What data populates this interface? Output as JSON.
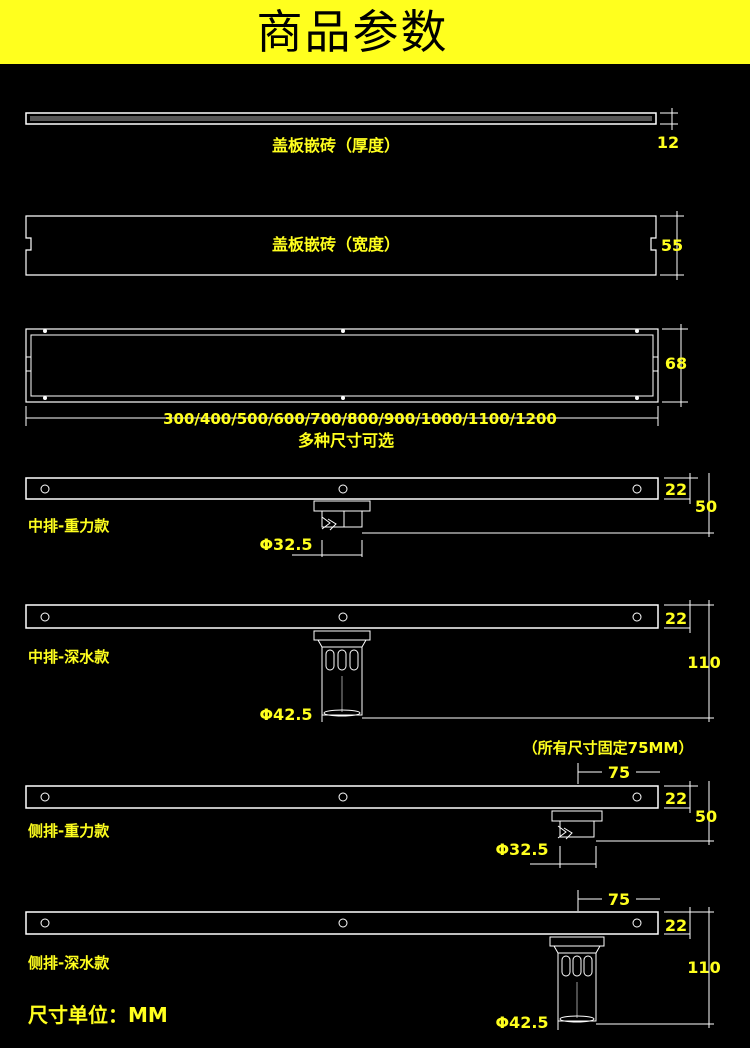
{
  "header": {
    "title": "商品参数"
  },
  "views": {
    "thickness": {
      "label": "盖板嵌砖（厚度）",
      "dim": "12"
    },
    "width": {
      "label": "盖板嵌砖（宽度）",
      "dim": "55"
    },
    "body": {
      "dim": "68",
      "lengths": "300/400/500/600/700/800/900/1000/1100/1200",
      "lengths_note": "多种尺寸可选"
    }
  },
  "variants": [
    {
      "label": "中排-重力款",
      "height": "22",
      "total": "50",
      "diameter": "Φ32.5"
    },
    {
      "label": "中排-深水款",
      "height": "22",
      "total": "110",
      "diameter": "Φ42.5"
    },
    {
      "label": "侧排-重力款",
      "height": "22",
      "total": "50",
      "diameter": "Φ32.5",
      "offset": "75"
    },
    {
      "label": "侧排-深水款",
      "height": "22",
      "total": "110",
      "diameter": "Φ42.5",
      "offset": "75"
    }
  ],
  "side_note": "（所有尺寸固定75MM）",
  "footer": {
    "unit_label": "尺寸单位：MM"
  },
  "colors": {
    "accent": "#FFFF1E",
    "background": "#000000",
    "line": "#FFFFFF"
  }
}
